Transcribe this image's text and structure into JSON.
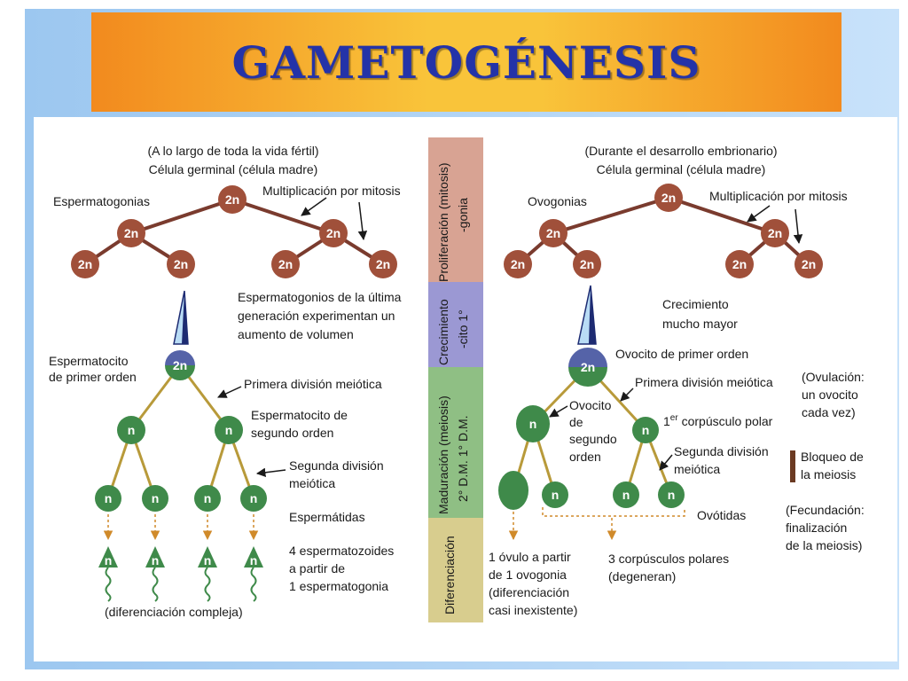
{
  "title": "GAMETOGÉNESIS",
  "cell_labels": {
    "diploid": "2n",
    "haploid": "n"
  },
  "stages": {
    "proliferacion": [
      "Proliferación (mitosis)",
      "-gonia"
    ],
    "crecimiento": [
      "Crecimiento",
      "-cito 1°"
    ],
    "maduracion": [
      "Maduración (meiosis)",
      "2° D.M.   1° D.M."
    ],
    "diferenciacion": [
      "Diferenciación"
    ]
  },
  "colors": {
    "proliferacion": "#d8a393",
    "crecimiento": "#9b98d3",
    "maduracion": "#8fbf84",
    "diferenciacion": "#d8cd8e",
    "diploid_cell": "#a0503a",
    "haploid_cell": "#3f8a4a",
    "primary_cell_top": "#5563a8",
    "branch_mitosis": "#7a3b2e",
    "branch_meiosis": "#b89a3a",
    "title_text": "#2433a8"
  },
  "male": {
    "header1": "(A lo largo de toda la vida fértil)",
    "header2": "Célula germinal (célula madre)",
    "spermatogonia": "Espermatogonias",
    "mitosis": "Multiplicación por mitosis",
    "growth": [
      "Espermatogonios de la última",
      "generación experimentan un",
      "aumento de volumen"
    ],
    "primary": [
      "Espermatocito",
      "de primer orden"
    ],
    "first_div": "Primera división meiótica",
    "secondary": [
      "Espermatocito de",
      "segundo orden"
    ],
    "second_div": [
      "Segunda división",
      "meiótica"
    ],
    "spermatids": "Espermátidas",
    "result": [
      "4 espermatozoides",
      "a partir de",
      "1 espermatogonia"
    ],
    "differentiation": "(diferenciación compleja)"
  },
  "female": {
    "header1": "(Durante el desarrollo embrionario)",
    "header2": "Célula germinal (célula madre)",
    "oogonia": "Ovogonias",
    "mitosis": "Multiplicación por mitosis",
    "growth": [
      "Crecimiento",
      "mucho mayor"
    ],
    "primary": "Ovocito de primer orden",
    "first_div": "Primera división meiótica",
    "ovulation": [
      "(Ovulación:",
      "un ovocito",
      "cada vez)"
    ],
    "secondary": [
      "Ovocito",
      "de",
      "segundo",
      "orden"
    ],
    "polar_sup": "er",
    "polar": "corpúsculo polar",
    "polar_prefix": "1",
    "second_div": [
      "Segunda división",
      "meiótica"
    ],
    "block": [
      "Bloqueo de",
      "la meiosis"
    ],
    "ootids": "Ovótidas",
    "fertilization": [
      "(Fecundación:",
      "finalización",
      "de la meiosis)"
    ],
    "ovum": [
      "1 óvulo a partir",
      "de 1 ovogonia",
      "(diferenciación",
      "casi inexistente)"
    ],
    "polar_bodies": [
      "3 corpúsculos polares",
      "(degeneran)"
    ]
  }
}
